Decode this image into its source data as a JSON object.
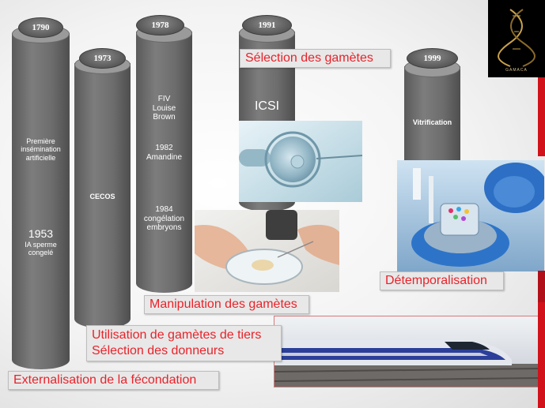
{
  "pillars": {
    "p1790": {
      "year": "1790",
      "text1": "Première\ninsémination\nartificielle",
      "text2": "1953",
      "text3": "IA sperme\ncongelé"
    },
    "p1973": {
      "year": "1973",
      "text1": "CECOS"
    },
    "p1978": {
      "year": "1978",
      "text1": "FIV\nLouise\nBrown",
      "text2": "1982\nAmandine",
      "text3": "1984\ncongélation\nembryons"
    },
    "p1991": {
      "year": "1991",
      "text1": "ICSI"
    },
    "p1999": {
      "year": "1999",
      "text1": "Vitrification"
    }
  },
  "labels": {
    "selection": "Sélection des gamètes",
    "manipulation": "Manipulation des gamètes",
    "tiers_line1": "Utilisation de gamètes de tiers",
    "tiers_line2": "Sélection des donneurs",
    "externalisation": "Externalisation de la fécondation",
    "detemporalisation": "Détemporalisation"
  },
  "logo": {
    "text": "GAMACA"
  },
  "colors": {
    "label_text": "#e8232a",
    "pillar": "#6f6f6f",
    "accent": "#d1121a"
  }
}
